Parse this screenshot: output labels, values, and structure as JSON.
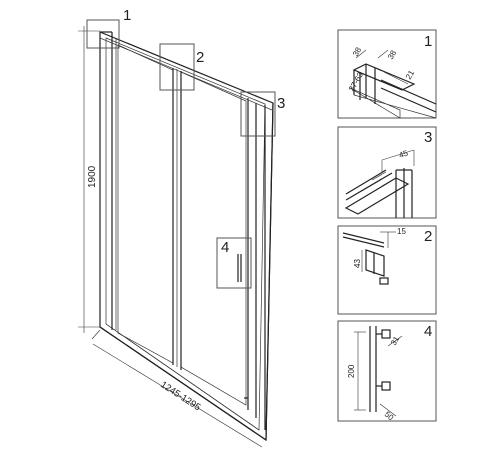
{
  "main_view": {
    "height_label": "1900",
    "width_label": "1245-1295",
    "callouts": [
      "1",
      "2",
      "3",
      "4"
    ]
  },
  "details": [
    {
      "id": "1",
      "dims": [
        "38",
        "38",
        "21",
        "37-63"
      ]
    },
    {
      "id": "3",
      "dims": [
        "45"
      ]
    },
    {
      "id": "2",
      "dims": [
        "15",
        "43"
      ]
    },
    {
      "id": "4",
      "dims": [
        "200",
        "31",
        "50"
      ]
    }
  ]
}
